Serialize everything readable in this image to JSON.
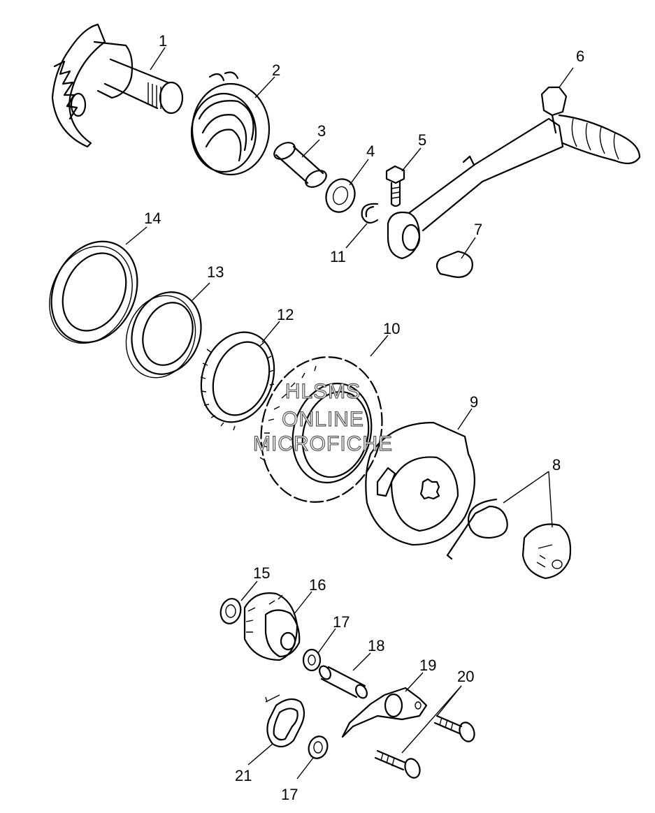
{
  "watermark": {
    "line1": "HLSMS",
    "line2": "ONLINE",
    "line3": "MICROFICHE"
  },
  "callouts": [
    {
      "id": "c1",
      "label": "1"
    },
    {
      "id": "c2",
      "label": "2"
    },
    {
      "id": "c3",
      "label": "3"
    },
    {
      "id": "c4",
      "label": "4"
    },
    {
      "id": "c5",
      "label": "5"
    },
    {
      "id": "c6",
      "label": "6"
    },
    {
      "id": "c7",
      "label": "7"
    },
    {
      "id": "c8",
      "label": "8"
    },
    {
      "id": "c9",
      "label": "9"
    },
    {
      "id": "c10",
      "label": "10"
    },
    {
      "id": "c11",
      "label": "11"
    },
    {
      "id": "c12",
      "label": "12"
    },
    {
      "id": "c13",
      "label": "13"
    },
    {
      "id": "c14",
      "label": "14"
    },
    {
      "id": "c15",
      "label": "15"
    },
    {
      "id": "c16",
      "label": "16"
    },
    {
      "id": "c17a",
      "label": "17"
    },
    {
      "id": "c18",
      "label": "18"
    },
    {
      "id": "c19",
      "label": "19"
    },
    {
      "id": "c20",
      "label": "20"
    },
    {
      "id": "c21",
      "label": "21"
    },
    {
      "id": "c17b",
      "label": "17"
    }
  ]
}
